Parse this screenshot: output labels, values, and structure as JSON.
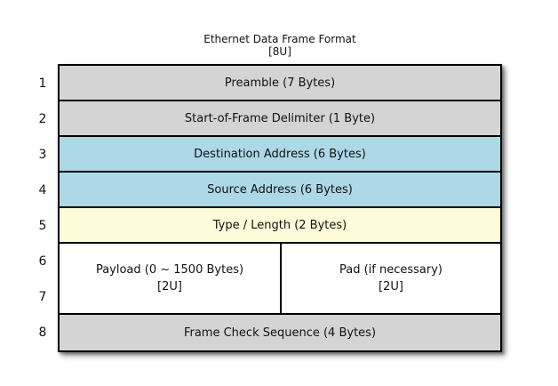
{
  "title": {
    "line1": "Ethernet Data Frame Format",
    "line2": "[8U]"
  },
  "colors": {
    "gray": "#d4d4d4",
    "blue": "#add8e6",
    "yellow": "#fdfbd9",
    "white": "#ffffff",
    "border": "#000000"
  },
  "rows": [
    {
      "num": "1",
      "label": "Preamble (7 Bytes)",
      "fill": "gray"
    },
    {
      "num": "2",
      "label": "Start-of-Frame Delimiter (1 Byte)",
      "fill": "gray"
    },
    {
      "num": "3",
      "label": "Destination Address (6 Bytes)",
      "fill": "blue"
    },
    {
      "num": "4",
      "label": "Source Address (6 Bytes)",
      "fill": "blue"
    },
    {
      "num": "5",
      "label": "Type / Length (2 Bytes)",
      "fill": "yellow"
    },
    {
      "num": "6",
      "num2": "7",
      "fill": "white",
      "cells": [
        {
          "label": "Payload (0 ~ 1500 Bytes)",
          "sub": "[2U]"
        },
        {
          "label": "Pad (if necessary)",
          "sub": "[2U]"
        }
      ]
    },
    {
      "num": "8",
      "label": "Frame Check Sequence (4 Bytes)",
      "fill": "gray"
    }
  ]
}
